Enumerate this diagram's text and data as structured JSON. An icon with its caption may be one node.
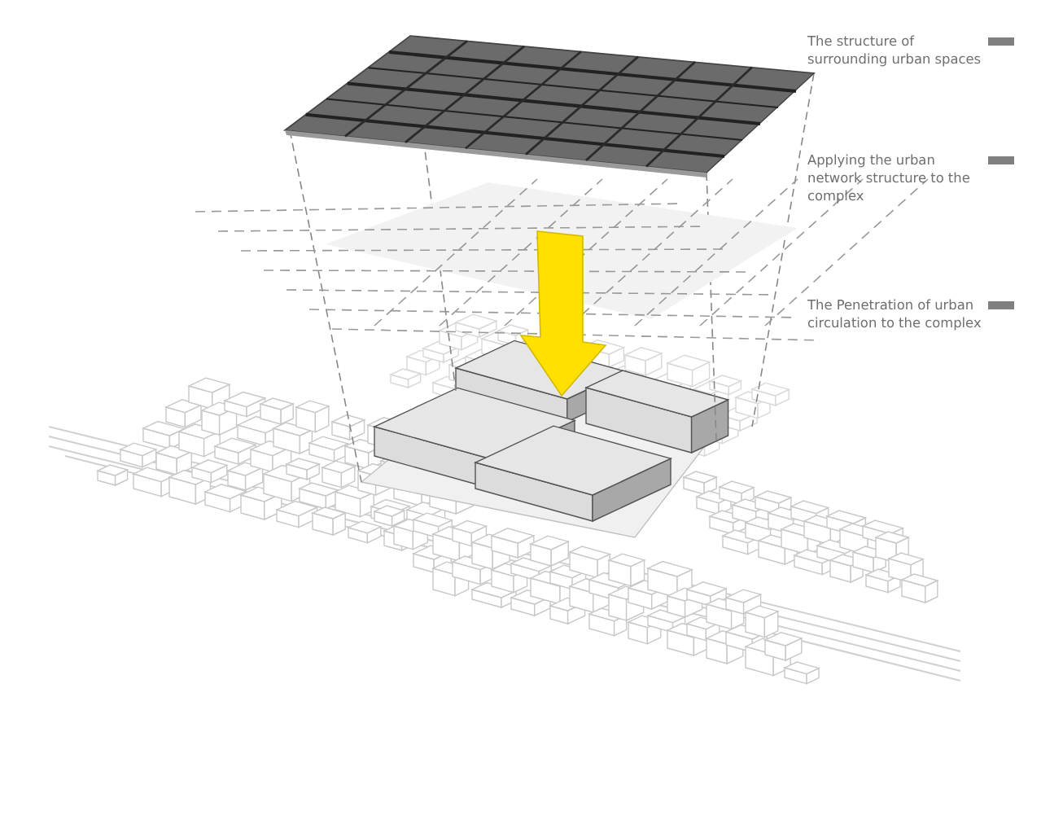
{
  "diagram": {
    "legend": [
      {
        "text": "The structure of surrounding urban spaces",
        "color": "#808080"
      },
      {
        "text": "Applying the urban network structure to the complex",
        "color": "#808080"
      },
      {
        "text": "The Penetration of urban circulation to the complex",
        "color": "#808080"
      }
    ]
  }
}
